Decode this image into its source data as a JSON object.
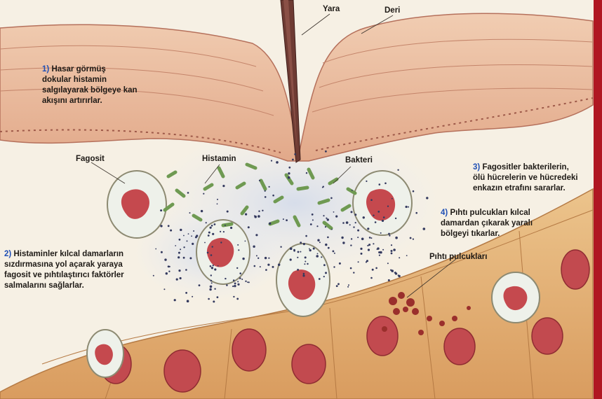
{
  "labels": {
    "yara": "Yara",
    "deri": "Deri",
    "fagosit": "Fagosit",
    "histamin": "Histamin",
    "bakteri": "Bakteri",
    "pihti_pulcuklari": "Pıhtı pulcukları"
  },
  "steps": [
    {
      "num": "1)",
      "lines": [
        "Hasar görmüş",
        "dokular histamin",
        "salgılayarak bölgeye kan",
        "akışını artırırlar."
      ]
    },
    {
      "num": "2)",
      "lines": [
        "Histaminler kılcal damarların",
        "sızdırmasına yol açarak yaraya",
        "fagosit ve pıhtılaştırıcı faktörler",
        "salmalarını sağlarlar."
      ]
    },
    {
      "num": "3)",
      "lines": [
        "Fagositler bakterilerin,",
        "ölü hücrelerin ve hücredeki",
        "enkazın etrafını sararlar."
      ]
    },
    {
      "num": "4)",
      "lines": [
        "Pıhtı pulcukları kılcal",
        "damardan çıkarak yaralı",
        "bölgeyi tıkarlar."
      ]
    }
  ],
  "colors": {
    "skin": "#eab99a",
    "skin_dark": "#b5705b",
    "capillary": "#e6b97c",
    "cell_red": "#c24a4f",
    "bacteria": "#7fa65e",
    "histamine_dot": "#33395e",
    "step_number": "#1f4fb5",
    "side_bar": "#b01722"
  }
}
